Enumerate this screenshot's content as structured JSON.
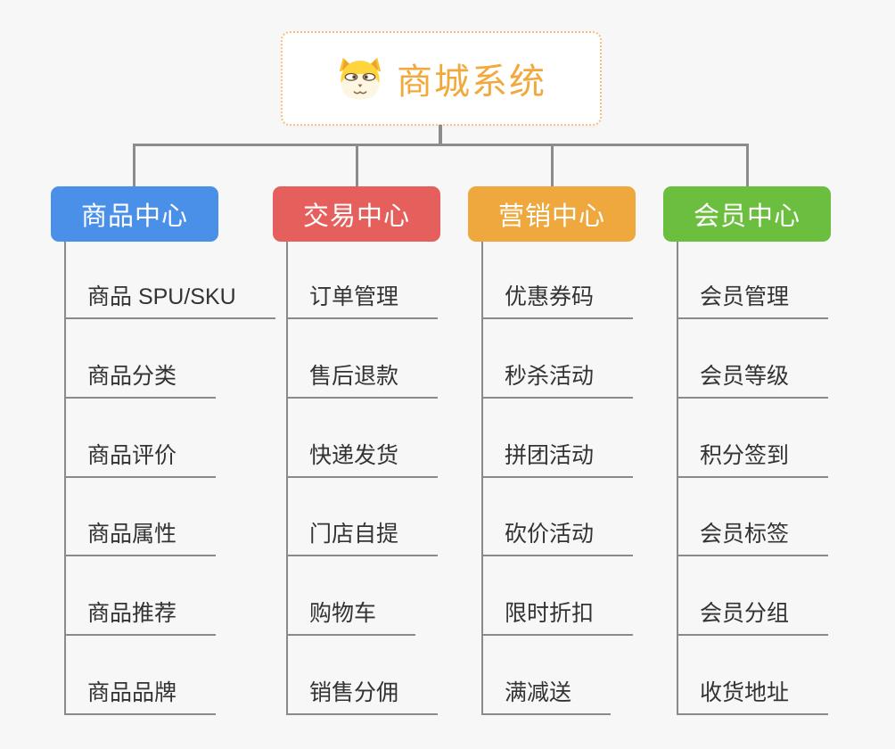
{
  "root": {
    "title": "商城系统",
    "icon": "dog-face-icon",
    "accent_color": "#f2a93c",
    "border_color": "#f4c27a"
  },
  "connector_color": "#8c8c8c",
  "leaf_text_color": "#333333",
  "background_color": "#f7f7f7",
  "branches": [
    {
      "label": "商品中心",
      "color": "#4a90e8",
      "items": [
        "商品 SPU/SKU",
        "商品分类",
        "商品评价",
        "商品属性",
        "商品推荐",
        "商品品牌"
      ]
    },
    {
      "label": "交易中心",
      "color": "#e5605c",
      "items": [
        "订单管理",
        "售后退款",
        "快递发货",
        "门店自提",
        "购物车",
        "销售分佣"
      ]
    },
    {
      "label": "营销中心",
      "color": "#efa83e",
      "items": [
        "优惠券码",
        "秒杀活动",
        "拼团活动",
        "砍价活动",
        "限时折扣",
        "满减送"
      ]
    },
    {
      "label": "会员中心",
      "color": "#6cbe3e",
      "items": [
        "会员管理",
        "会员等级",
        "积分签到",
        "会员标签",
        "会员分组",
        "收货地址"
      ]
    }
  ]
}
